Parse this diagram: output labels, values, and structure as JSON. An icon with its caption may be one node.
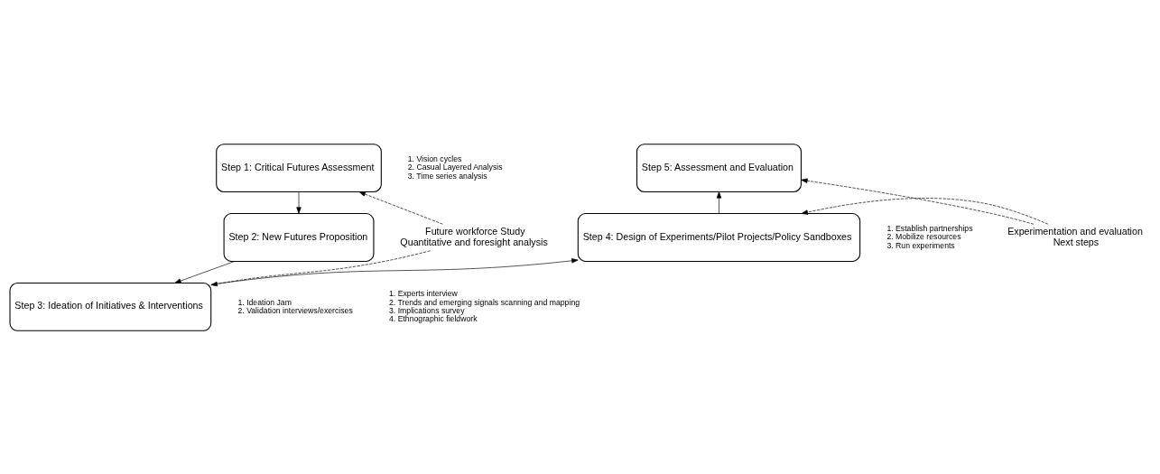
{
  "diagram": {
    "nodes": [
      {
        "text": [
          "Step 1: Critical Futures Assessment"
        ],
        "beside": [
          "1. Vision cycles",
          "2. Casual Layered Analysis",
          "3. Time series analysis"
        ]
      },
      {
        "text": [
          "Step 2: New Futures Proposition"
        ]
      },
      {
        "text": [
          "Step 3: Ideation of Initiatives & Interventions"
        ],
        "beside": [
          "1. Ideation Jam",
          "2. Validation interviews/exercises"
        ]
      },
      {
        "text": [
          "Step 4: Design of Experiments/Pilot Projects/Policy Sandboxes"
        ],
        "beside": [
          "1. Establish partnerships",
          "2. Mobilize resources",
          "3. Run experiments"
        ]
      },
      {
        "text": [
          "Step 5: Assessment and Evaluation"
        ]
      },
      {
        "text": [
          "Future workforce Study",
          "Quantitative and foresight analysis"
        ]
      },
      {
        "text": [
          "Experimentation and evaluation",
          "Next steps"
        ]
      }
    ],
    "edges": [
      {
        "from": 0,
        "to": 1,
        "arrow": "to"
      },
      {
        "from": 1,
        "to": 2,
        "arrow": "to"
      },
      {
        "from": 2,
        "to": 3,
        "arrow": "to"
      },
      {
        "from": 3,
        "to": 4,
        "arrow": "to"
      },
      {
        "from": 5,
        "to": 0,
        "arrow": "to",
        "style": "dashed"
      },
      {
        "from": 5,
        "to": 2,
        "arrow": "to",
        "style": "dashed"
      },
      {
        "from": 6,
        "to": 4,
        "arrow": "to",
        "style": "dashed"
      },
      {
        "from": 6,
        "to": 3,
        "arrow": "to",
        "style": "dashed"
      }
    ],
    "labels": [
      "1. Experts interview",
      "2. Trends and emerging signals scanning and mapping",
      "3. Implications survey",
      "4. Ethnographic fieldwork"
    ]
  }
}
